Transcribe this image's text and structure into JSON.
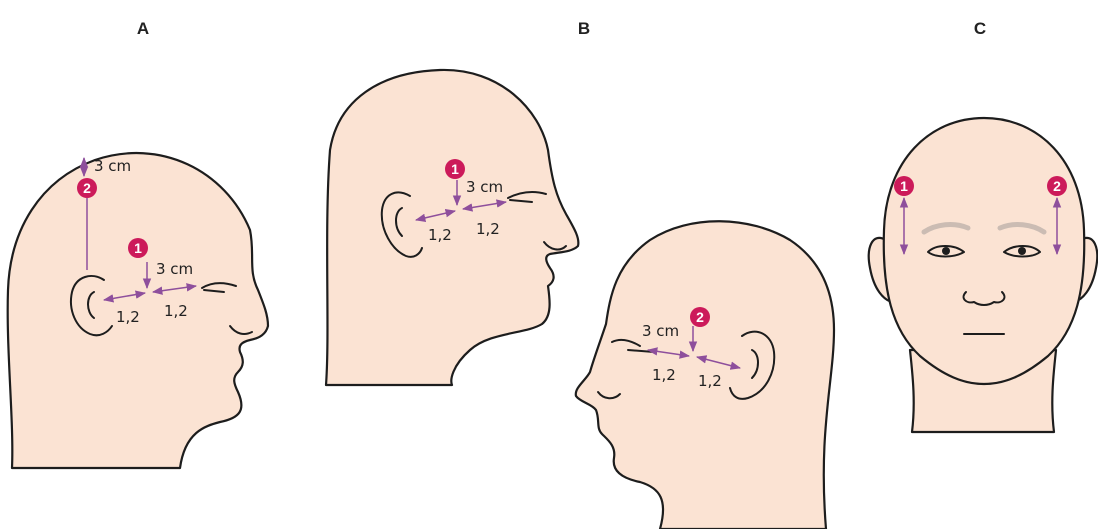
{
  "colors": {
    "skin": "#fbe3d3",
    "outline": "#1d1d1d",
    "marker": "#cc1a5a",
    "arrow": "#8e4f9c",
    "brow": "#cbbcb3"
  },
  "panels": [
    {
      "label": "A",
      "markers": [
        "1",
        "2"
      ],
      "measures": {
        "offset": "3 cm",
        "seg_left": "1,2",
        "seg_right": "1,2",
        "top_offset": "3 cm"
      }
    },
    {
      "label": "B",
      "markers": [
        "1",
        "2"
      ],
      "measures_upper": {
        "offset": "3 cm",
        "seg_left": "1,2",
        "seg_right": "1,2"
      },
      "measures_lower": {
        "offset": "3 cm",
        "seg_left": "1,2",
        "seg_right": "1,2"
      }
    },
    {
      "label": "C",
      "markers": [
        "1",
        "2"
      ]
    }
  ]
}
